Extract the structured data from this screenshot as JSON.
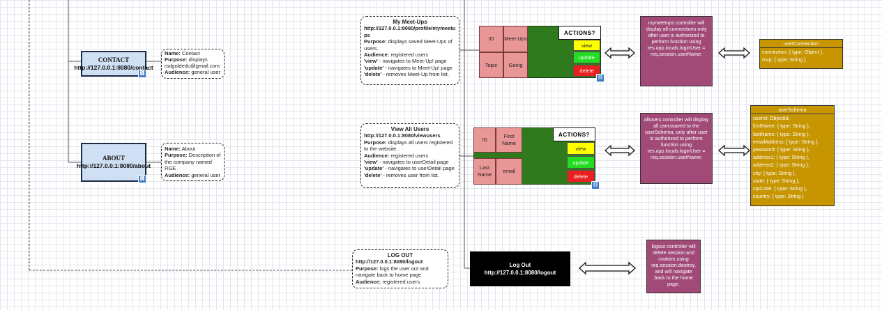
{
  "contact": {
    "title": "CONTACT",
    "url": "http://127.0.0.1:8080/contact",
    "note": {
      "name_label": "Name:",
      "name": "Contact",
      "purpose_label": "Purpose:",
      "purpose": "displays rsdgoldedu@gmail.com",
      "audience_label": "Audience:",
      "audience": "general user"
    }
  },
  "about": {
    "title": "ABOUT",
    "url": "http://127.0.0.1:8080/about",
    "note": {
      "name_label": "Name:",
      "name": "About",
      "purpose_label": "Purpose:",
      "purpose": "Description of the company named RGE",
      "audience_label": "Audience:",
      "audience": "general user"
    }
  },
  "meetups": {
    "note": {
      "title": "My Meet-Ups",
      "url": "http://127.0.0.1:8080/profile/mymeetups",
      "purpose_label": "Purpose:",
      "purpose": "displays saved Meet-Ups of users.",
      "audience_label": "Audience:",
      "audience": "registered users",
      "view_label": "'view'",
      "view": "- navigates to Meet-Up! page",
      "update_label": "'update'",
      "update": "- navigates to Meet-Up! page",
      "delete_label": "'delete'",
      "delete": "- removes Meet-Up from list."
    },
    "cells": [
      "ID",
      "Meet-Ups",
      "Topic",
      "Going"
    ],
    "actions": "ACTIONS?",
    "buttons": [
      "view",
      "update",
      "delete"
    ],
    "controller": "mymeetups controller will display all connections only after user is authorized to perform function using res.app.locals.loginUser = req.session.userName;",
    "model": {
      "title": "userConnection",
      "fields": [
        "connection: { type: Object },",
        "rsvp: { type: String }"
      ]
    }
  },
  "users": {
    "note": {
      "title": "View All Users",
      "url": "http://127.0.0.1:8080/viewusers",
      "purpose_label": "Purpose:",
      "purpose": "displays all users registered to the website.",
      "audience_label": "Audience:",
      "audience": "registered users",
      "view_label": "'view'",
      "view": "- navigates to userDetail page",
      "update_label": "'update'",
      "update": "- navigates to userDetail page",
      "delete_label": "'delete'",
      "delete": "- removes user from list."
    },
    "cells": [
      "ID",
      "First Name",
      "Last Name",
      "email"
    ],
    "actions": "ACTIONS?",
    "buttons": [
      "view",
      "update",
      "delete"
    ],
    "controller": "allusers controller will display all userssaved to the userSchema, only after user is authorized to perform function using res.app.locals.loginUser = req.session.userName;",
    "model": {
      "title": "userSchema",
      "fields": [
        "userId: ObjectId,",
        "firstName: { type: String },",
        "lastName: { type: String },",
        "emailAddress: { type: String },",
        "password: { type: String },",
        "address1: { type: String },",
        "address2: { type: String },",
        "city: { type: String },",
        "state: { type: String },",
        "zipCode: { type: String },",
        "country: { type: String }"
      ]
    }
  },
  "logout": {
    "note": {
      "title": "LOG OUT",
      "url": "http://127.0.0.1:8080/logout",
      "purpose_label": "Purpose:",
      "purpose": "logs the user out and navigate back to home page",
      "audience_label": "Audience:",
      "audience": "registered users"
    },
    "box_title": "Log Out",
    "box_url": "http://127.0.0.1:8080/logout",
    "controller": "logout controller will delete session and cookies using req.session.destroy, and will navigate back to the home page."
  },
  "colors": {
    "route_fill": "#cfe0f4",
    "green_panel": "#2f7a1c",
    "cell_pink": "#e89696",
    "controller": "#a14a78",
    "model": "#c69500"
  }
}
